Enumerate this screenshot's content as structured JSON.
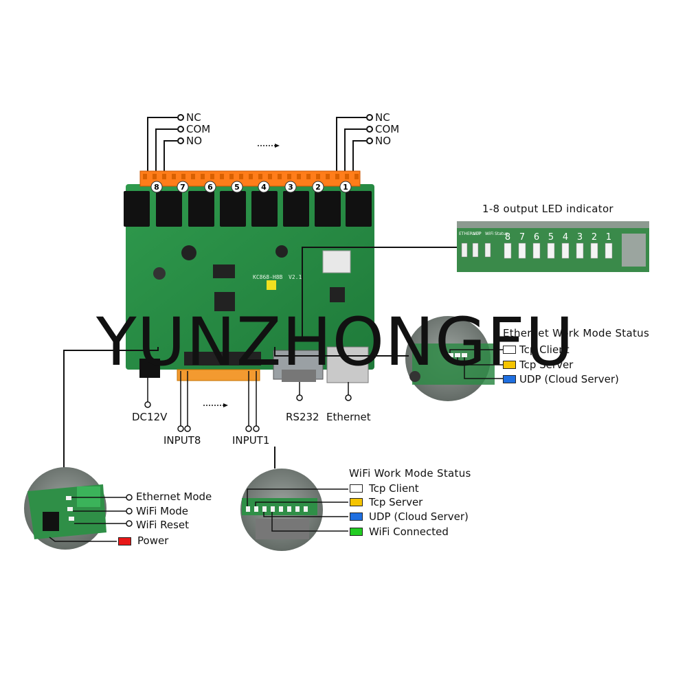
{
  "relay_labels": {
    "left": [
      "NC",
      "COM",
      "NO"
    ],
    "right": [
      "NC",
      "COM",
      "NO"
    ],
    "numbers": [
      "8",
      "7",
      "6",
      "5",
      "4",
      "3",
      "2",
      "1"
    ]
  },
  "board": {
    "model": "KC868-H8B",
    "version": "V2.1"
  },
  "output_led": {
    "title": "1-8 output LED indicator",
    "tabs": [
      "ETHERNET",
      "UDP",
      "WiFi Status"
    ],
    "numbers": [
      "8",
      "7",
      "6",
      "5",
      "4",
      "3",
      "2",
      "1"
    ]
  },
  "ethernet_status": {
    "title": "Ethernet Work Mode Status",
    "items": [
      {
        "label": "Tcp Client",
        "color": "#ffffff"
      },
      {
        "label": "Tcp Server",
        "color": "#f5c400"
      },
      {
        "label": "UDP (Cloud Server)",
        "color": "#1f6fe0"
      }
    ]
  },
  "ports": {
    "dc": "DC12V",
    "input8": "INPUT8",
    "input1": "INPUT1",
    "rs232": "RS232",
    "ethernet": "Ethernet"
  },
  "mode_switch": {
    "items": [
      "Ethernet Mode",
      "WiFi Mode",
      "WiFi Reset"
    ],
    "power": {
      "label": "Power",
      "color": "#e81818"
    }
  },
  "wifi_status": {
    "title": "WiFi Work Mode Status",
    "items": [
      {
        "label": "Tcp Client",
        "color": "#ffffff"
      },
      {
        "label": "Tcp Server",
        "color": "#f5c400"
      },
      {
        "label": "UDP (Cloud Server)",
        "color": "#1f6fe0"
      },
      {
        "label": "WiFi Connected",
        "color": "#22cc22"
      }
    ]
  },
  "watermark": "YUNZHONGFU"
}
